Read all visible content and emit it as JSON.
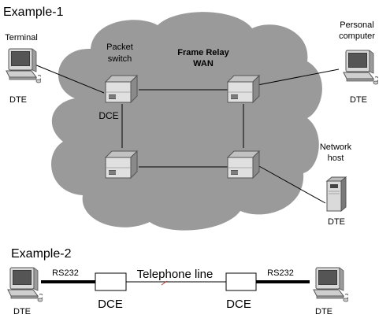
{
  "example1": {
    "heading": "Example-1",
    "wan_title_line1": "Frame Relay",
    "wan_title_line2": "WAN",
    "packet_switch_line1": "Packet",
    "packet_switch_line2": "switch",
    "terminal_label": "Terminal",
    "terminal_dte": "DTE",
    "switch_dce": "DCE",
    "pc_label_line1": "Personal",
    "pc_label_line2": "computer",
    "pc_dte": "DTE",
    "host_label_line1": "Network",
    "host_label_line2": "host",
    "host_dte": "DTE"
  },
  "example2": {
    "heading": "Example-2",
    "left_link": "RS232",
    "right_link": "RS232",
    "telephone_line": "Telephone line",
    "left_dce": "DCE",
    "right_dce": "DCE",
    "left_dte": "DTE",
    "right_dte": "DTE"
  },
  "colors": {
    "cloud": "#9a9a9a",
    "device_light": "#e3e3e3",
    "device_dark": "#8a8a8a",
    "telephone_mark": "#c0392b"
  }
}
